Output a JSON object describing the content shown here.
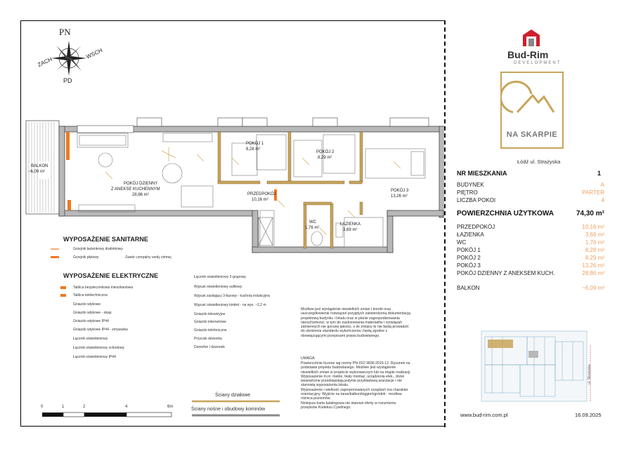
{
  "compass": {
    "north": "PN",
    "south": "PD",
    "west": "ZACH",
    "east": "WSCH"
  },
  "rooms": {
    "balkon": {
      "name": "BALKON",
      "area": "~6,09 m²"
    },
    "pokoj_dzienny": {
      "name1": "POKÓJ DZIENNY",
      "name2": "Z ANEKSE KUCHENNYM",
      "area": "28,86 m²"
    },
    "pokoj1": {
      "name": "POKÓJ 1",
      "area": "8,28 m²"
    },
    "pokoj2": {
      "name": "POKÓJ 2",
      "area": "8,29 m²"
    },
    "pokoj3": {
      "name": "POKÓJ 3",
      "area": "13,26 m²"
    },
    "przedpokoj": {
      "name": "PRZEDPOKÓJ",
      "area": "10,16 m²"
    },
    "wc": {
      "name": "WC",
      "area": "1,76 m²"
    },
    "lazienka": {
      "name": "ŁAZIENKA",
      "area": "3,69 m²"
    }
  },
  "legend_sanitarne": {
    "title": "WYPOSAŻENIE SANITARNE",
    "items": [
      "Grzejnik łazienkowy drabinkowy",
      "Grzejnik płytowy",
      "Zawór czerpalny wody zimnej"
    ]
  },
  "legend_elektryczne": {
    "title": "WYPOSAŻENIE ELEKTRYCZNE",
    "left": [
      "Tablica bezpiecznikowa mieszkaniowa",
      "Tablica teletechniczna",
      "Gniazdo wtykowe",
      "Gniazdo wtykowe - okap",
      "Gniazdo wtykowe IP44",
      "Gniazdo wtykowe IP44 - zmywarka",
      "Łącznik oświetleniowy",
      "Łącznik oświetleniowy schodowy",
      "Łącznik oświetleniowy IP44"
    ],
    "right": [
      "Łącznik oświetleniowy 2-grupowy",
      "Wypust oświetleniowy sufitowy",
      "Wypust zasilający 3-fazowy - kuchnia indukcyjna",
      "Wypust oświetleniowy kinkiet - na wys. ~2,2 m",
      "Gniazdo telewizyjne",
      "Gniazdo internetowe",
      "Gniazdo telefoniczne",
      "Przycisk dzwonka",
      "Domofon i dzwonek"
    ]
  },
  "scale": {
    "labels": [
      "0",
      "1",
      "2",
      "4",
      "6m"
    ]
  },
  "walls": {
    "partition": "Ściany działowe",
    "bearing": "Ściany nośne i obudowy kominów"
  },
  "note1": "Możliwe jest wystąpienie niewielkich zmian i korekt oraz\nuszczegółowienie rozwiązań przyjętych zatwierdzoną dokumentacją\nprojektową budynku i lokalu oraz w planie zagospodarowania\nnieruchomości, w tym do zastosowania materiałów i rozwiązań\nzamiennych nie gorszej jakości, o ile zmiany te nie będą prowadzić\ndo obniżenia standardu wykończenia i będą zgodne z\nobowiązującymi przepisami prawa budowlanego.",
  "note2_title": "UWAGA:",
  "note2": "Powierzchnie liczone wg normy PN-ISO 9836:2015-12. Rysunek na\npodstawie projektu budowlanego. Możliwe jest wystąpienie\nniewielkich zmian w projekcie wykonawczym lub na etapie realizacji.\nWyposażenie m.in: meble, biały montaż, urządzenia elek., drzwi\nwewnętrzne przedstawiają jedynie przykładową aranżacje i nie\nstanowią wyposażenia lokalu.\nWyposażenie i wielkość zaproponowanych urządzeń ma charakter\norientacyjny. Wyjście na taras/balkon/loggie/ogródek - możliwa\nróżnica poziomów.\nNiniejsza karta katalogowa nie stanowi oferty w rozumieniu\nprzepisów Kodeksu Cywilnego.",
  "brand": {
    "name": "Bud-Rim",
    "sub": "DEVELOPMENT",
    "project": "NA SKARPIE",
    "location": "Łódź ul. Strażyska"
  },
  "info": {
    "nr_label": "NR MIESZKANIA",
    "nr_value": "1",
    "rows": [
      {
        "k": "BUDYNEK",
        "v": "A"
      },
      {
        "k": "PIĘTRO",
        "v": "PARTER"
      },
      {
        "k": "LICZBA POKOI",
        "v": "4"
      }
    ],
    "area_label": "POWIERZCHNIA UŻYTKOWA",
    "area_value": "74,30 m²",
    "rooms": [
      {
        "k": "PRZEDPOKÓJ",
        "v": "10,16 m²"
      },
      {
        "k": "ŁAZIENKA",
        "v": "3,69 m²"
      },
      {
        "k": "WC",
        "v": "1,76 m²"
      },
      {
        "k": "POKÓJ 1",
        "v": "8,28 m²"
      },
      {
        "k": "POKÓJ 2",
        "v": "8,29 m²"
      },
      {
        "k": "POKÓJ 3",
        "v": "13,26 m²"
      },
      {
        "k": "POKÓJ DZIENNY Z ANEKSEM  KUCH.",
        "v": "28,86 m²"
      }
    ],
    "balkon": {
      "k": "BALKON",
      "v": "~6,09 m²"
    }
  },
  "street_label": "ul. Strażyska",
  "footer": {
    "url": "www.bud-rim.com.pl",
    "date": "16.09.2025"
  },
  "colors": {
    "accent": "#c8a45a",
    "value_orange": "#f0a060",
    "radiator": "#f07820",
    "brand_red": "#d01e2d"
  }
}
